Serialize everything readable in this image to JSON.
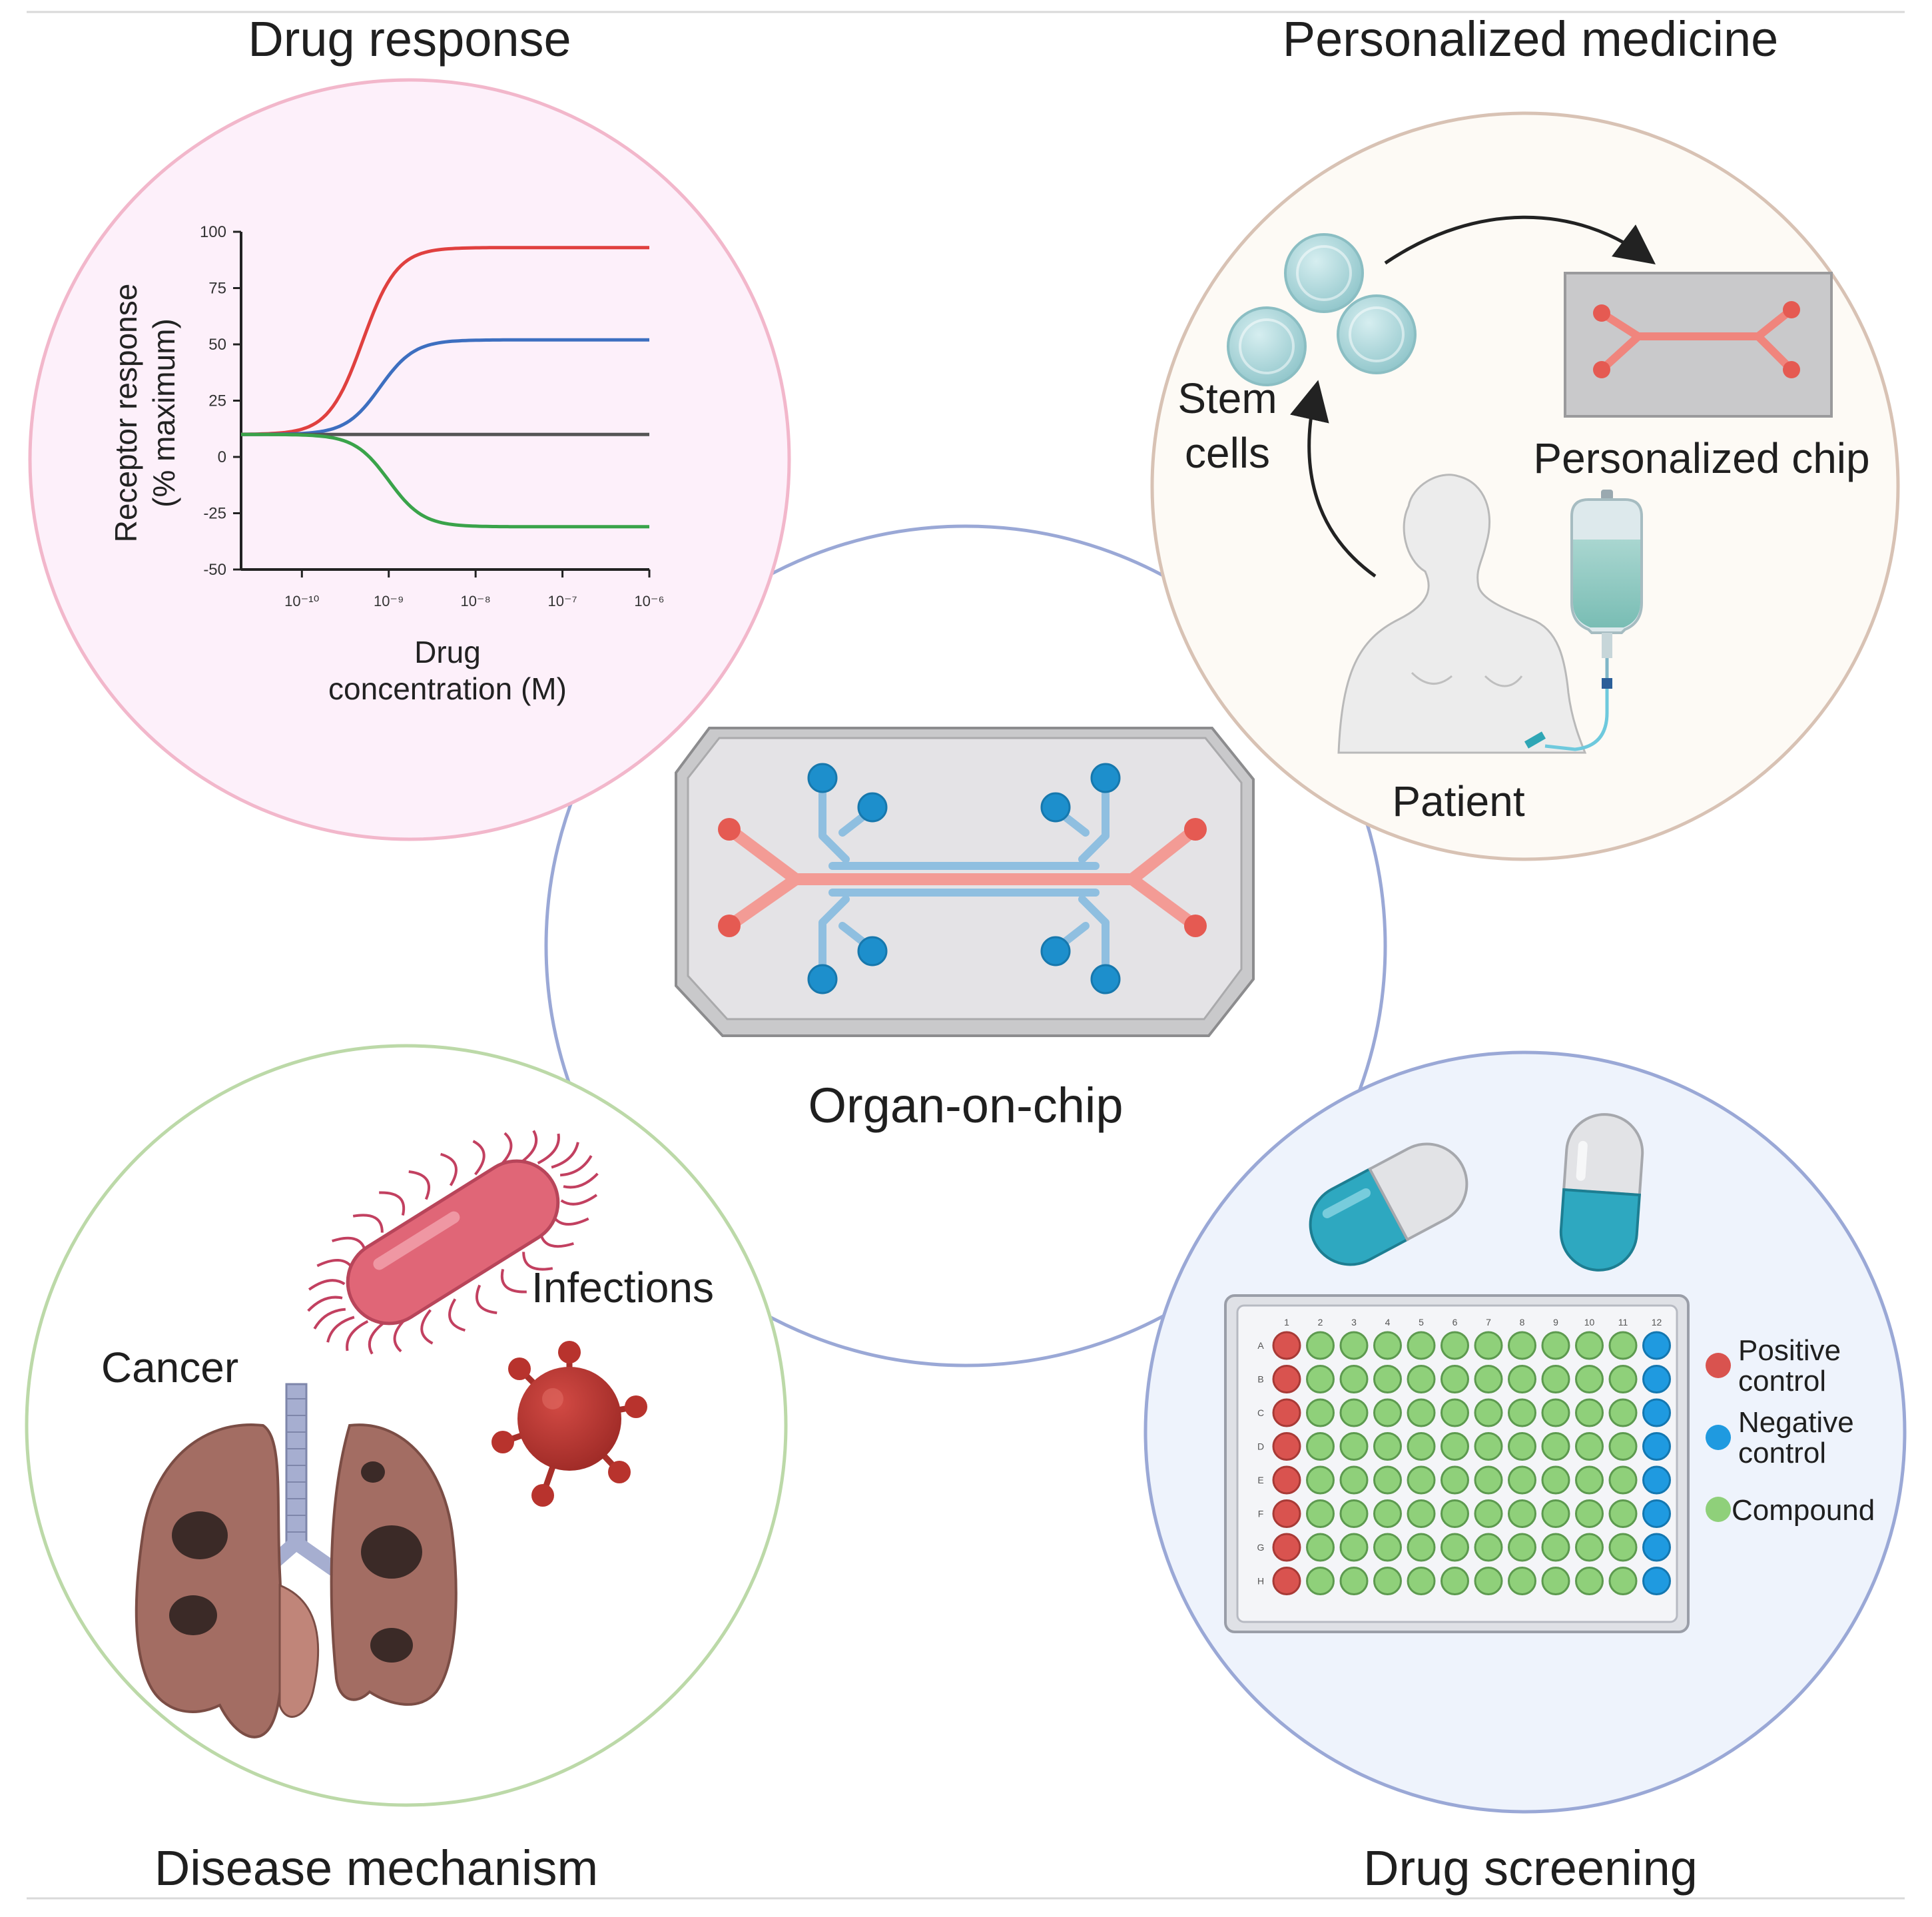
{
  "titles": {
    "top_left": "Drug response",
    "top_right": "Personalized medicine",
    "center": "Organ-on-chip",
    "bottom_left": "Disease mechanism",
    "bottom_right": "Drug screening"
  },
  "chart_data": {
    "type": "line",
    "xlabel": "Drug concentration (M)",
    "xlabel_lines": [
      "Drug",
      "concentration (M)"
    ],
    "ylabel_lines": [
      "Receptor response",
      "(% maximum)"
    ],
    "x_tick_labels": [
      "10⁻¹⁰",
      "10⁻⁹",
      "10⁻⁸",
      "10⁻⁷",
      "10⁻⁶"
    ],
    "x_log_ticks": [
      -10,
      -9,
      -8,
      -7,
      -6
    ],
    "xlim_log": [
      -10.7,
      -6
    ],
    "y_ticks": [
      100,
      75,
      50,
      25,
      0,
      -25,
      -50
    ],
    "ylim": [
      -50,
      100
    ],
    "scale": "log-x",
    "series": [
      {
        "color": "#e0403f",
        "start": 10,
        "plateau": 93,
        "ec50_log": -9.3
      },
      {
        "color": "#3d6fc0",
        "start": 10,
        "plateau": 52,
        "ec50_log": -9.1
      },
      {
        "color": "#555555",
        "start": 10,
        "plateau": 10,
        "ec50_log": -9.1
      },
      {
        "color": "#3aa34a",
        "start": 10,
        "plateau": -31,
        "ec50_log": -9.0
      }
    ]
  },
  "personalized": {
    "stem_cells_lines": [
      "Stem",
      "cells"
    ],
    "chip_label": "Personalized chip",
    "patient_label": "Patient"
  },
  "disease": {
    "infections_label": "Infections",
    "cancer_label": "Cancer"
  },
  "plate": {
    "columns": [
      "1",
      "2",
      "3",
      "4",
      "5",
      "6",
      "7",
      "8",
      "9",
      "10",
      "11",
      "12"
    ],
    "rows": [
      "A",
      "B",
      "C",
      "D",
      "E",
      "F",
      "G",
      "H"
    ],
    "legend": [
      {
        "lines": [
          "Positive",
          "control"
        ],
        "color": "#d9534f"
      },
      {
        "lines": [
          "Negative",
          "control"
        ],
        "color": "#1f9ae0"
      },
      {
        "lines": [
          "Compound"
        ],
        "color": "#8fd07a"
      }
    ]
  },
  "colors": {
    "center_ring": "#9aa8d6",
    "drug_response_fill": "#fdf0fa",
    "drug_response_ring": "#f2b7cb",
    "personalized_fill": "#fdfaf5",
    "personalized_ring": "#d8c2b4",
    "disease_fill": "#ffffff",
    "disease_ring": "#bcd9a8",
    "screening_fill": "#eef3fc",
    "screening_ring": "#9aa8d6"
  }
}
